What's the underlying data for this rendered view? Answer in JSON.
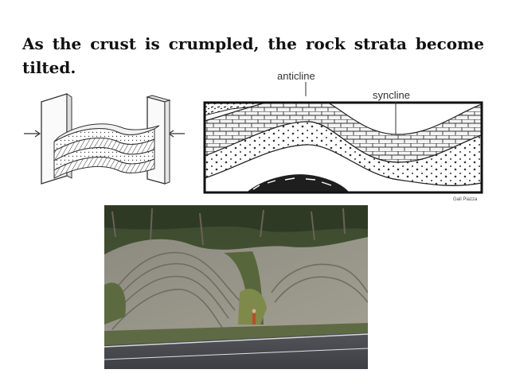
{
  "slide": {
    "title": "As the crust is crumpled, the rock strata become tilted."
  },
  "fold_diagram": {
    "anticline_label": "anticline",
    "syncline_label": "syncline",
    "credit": "Gail Piazza"
  },
  "colors": {
    "line": "#2a2a2a",
    "limestone": "#f4f4f4",
    "dotted": "#ffffff",
    "dark_bed": "#222222"
  },
  "photo": {
    "subject": "roadcut-showing-folded-rock-strata"
  }
}
